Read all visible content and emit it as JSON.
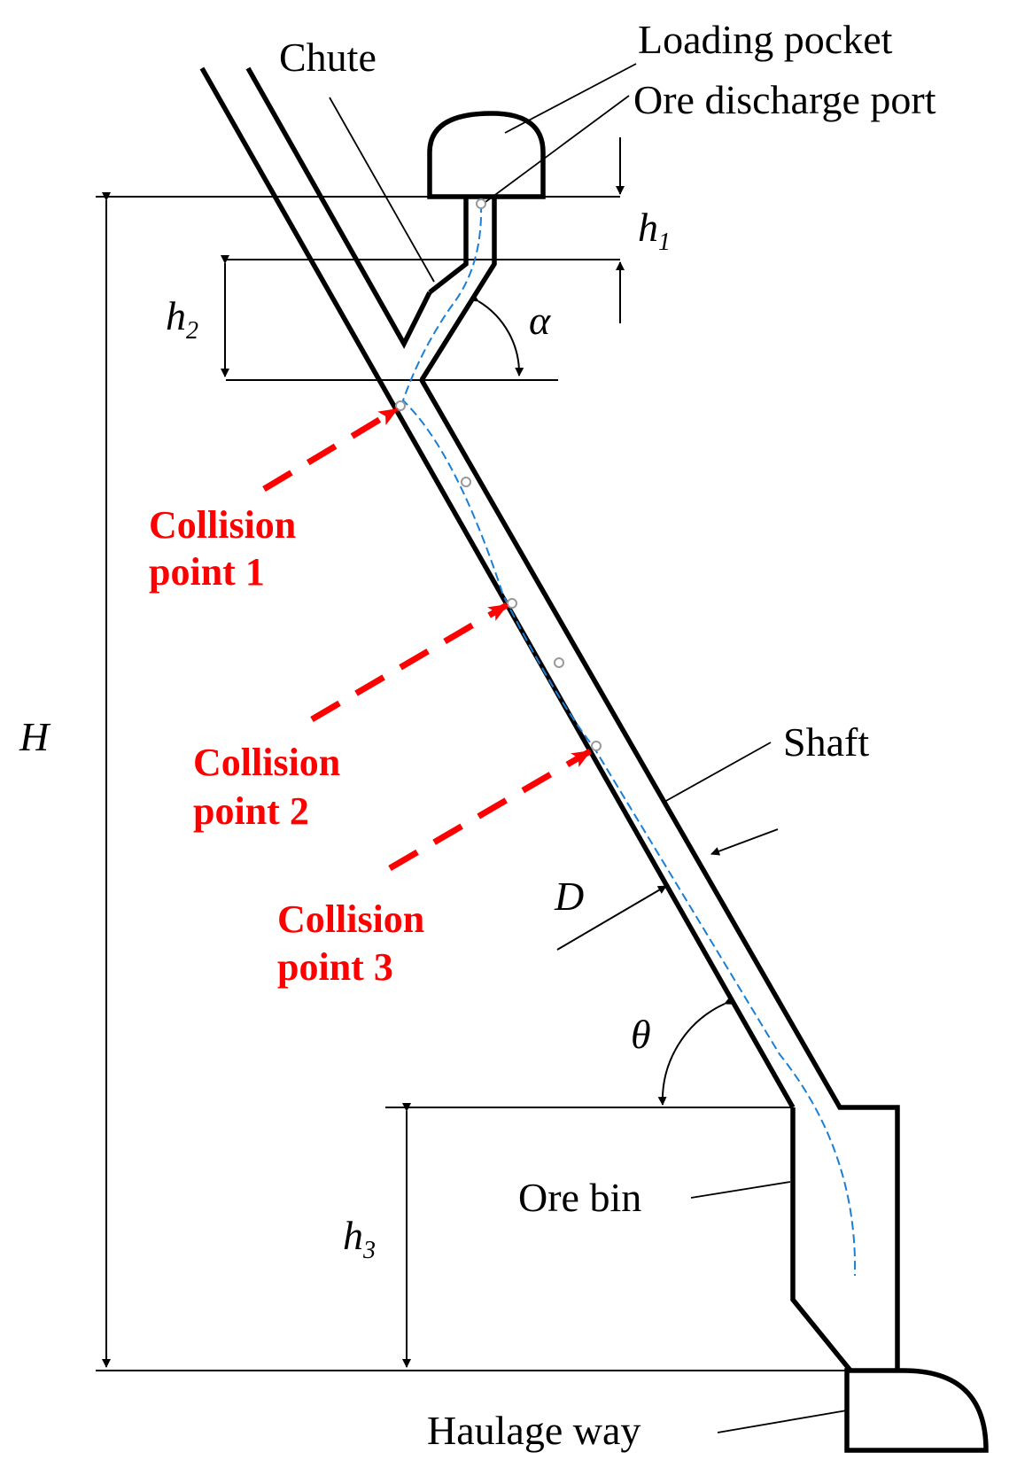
{
  "labels": {
    "loading_pocket": "Loading pocket",
    "ore_discharge_port": "Ore discharge port",
    "chute": "Chute",
    "shaft": "Shaft",
    "ore_bin": "Ore bin",
    "haulage_way": "Haulage way"
  },
  "symbols": {
    "h1": "h",
    "h1_sub": "1",
    "h2": "h",
    "h2_sub": "2",
    "h3": "h",
    "h3_sub": "3",
    "H": "H",
    "alpha": "α",
    "theta": "θ",
    "D": "D"
  },
  "collision_points": [
    {
      "line1": "Collision",
      "line2": "point 1"
    },
    {
      "line1": "Collision",
      "line2": "point 2"
    },
    {
      "line1": "Collision",
      "line2": "point 3"
    }
  ],
  "colors": {
    "structure": "#000000",
    "annotation": "#ff0000",
    "trajectory": "#1a7fd4",
    "marker": "#999999"
  }
}
